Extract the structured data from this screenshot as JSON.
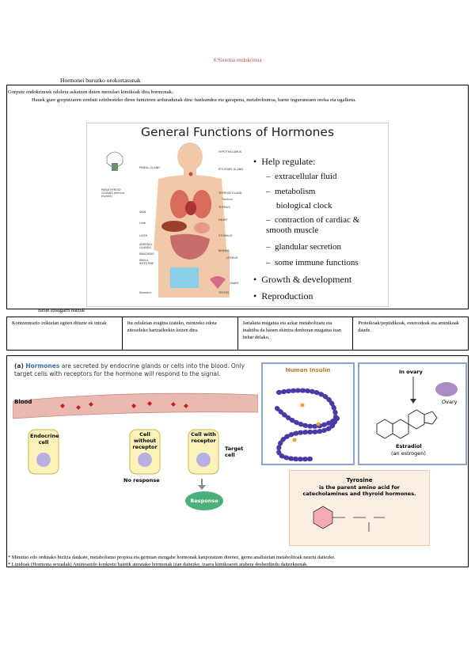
{
  "page_title": "6 Sistema endokrinoa",
  "section_heading": "Hormonei buruzko orokortasunak",
  "intro": {
    "line1": "Gorputz endokrinoek odolera askatzen duten mezulari kimikoak dira hormonak.",
    "line2": "Hauek gure gorputzaren zenbait ezinbesteko diren funtzioen arduradunak dira: hazkundea eta garapena, metabolismoa, barne inguruneaen oreka eta ugalketa."
  },
  "figure1": {
    "title": "General Functions of Hormones",
    "help_regulate": "Help regulate:",
    "sub_items": [
      "extracellular fluid",
      "metabolism",
      "biological clock",
      "contraction of cardiac & smooth muscle",
      "glandular secretion",
      "some immune functions"
    ],
    "bullets": [
      "Growth & development",
      "Reproduction"
    ],
    "labels_left": [
      "PINEAL GLAND",
      "PARATHYROID GLANDS (behind thyroid)",
      "SKIN",
      "Liver",
      "LIVER",
      "ADRENAL GLANDS",
      "PANCREAS",
      "SMALL INTESTINE",
      "Stomach"
    ],
    "labels_right": [
      "HYPOTHALAMUS",
      "PITUITARY GLAND",
      "THYROID GLAND",
      "Trachea",
      "THYMUS",
      "HEART",
      "STOMACH",
      "KIDNEY",
      "UTERUS",
      "OVARY",
      "TESTES"
    ]
  },
  "beste": "Beste ezaugarri batzuk",
  "table": [
    "Kontzentrazio txikietan egiten dituzte ek intzak",
    "Itu zeluletan eragina izateko, mintzeko edota zitosoleko hartzaileekin lotzen dira.",
    "Jariaketa mugatua eta azkar metabolizatu eta inaktiba da hauen ekintza denboran mugatua izan behar delako.",
    "Proteikoak/peptidikoak, esteroideak eta aminikoak daude."
  ],
  "figure2": {
    "caption_a": "(a)",
    "caption_bold": "Hormones",
    "caption_rest": "are secreted by endocrine glands or cells into the blood. Only target cells with receptors for the hormone will respond to the signal.",
    "blood": "Blood",
    "endocrine_cell": "Endocrine cell",
    "cell_without": "Cell without receptor",
    "cell_with": "Cell with receptor",
    "target_cell": "Target cell",
    "no_response": "No response",
    "response": "Response"
  },
  "figure3": {
    "title": "Human Insulin"
  },
  "figure4": {
    "in_ovary": "In ovary",
    "ovary": "Ovary",
    "estradiol": "Estradiol",
    "an_estrogen": "(an estrogen)"
  },
  "figure5": {
    "tyrosine": "Tyrosine",
    "desc": "is the parent amino acid for catecholamines and thyroid hormones."
  },
  "notes": [
    "* Minutuo edo ordutako bizitza daukate, metabolismo propioa eta gernuan etengabe hormonak kanporatzen direnez, gernu analisietan metabolitoak neurtu daitezke.",
    "* Lipidoak (Hormona sexualak) Aminoazido konkretu batetik ateratako hormonak izan daitezke, izaera kimikoaren arabera desberdindu daitezkeenak."
  ],
  "colors": {
    "title_red": "#c0504d",
    "frame_blue": "#8aa3d1",
    "vessel": "#e9b9b0",
    "response_green": "#4caf7a",
    "insulin_purple": "#4a3aa8",
    "insulin_orange": "#f0a030"
  }
}
